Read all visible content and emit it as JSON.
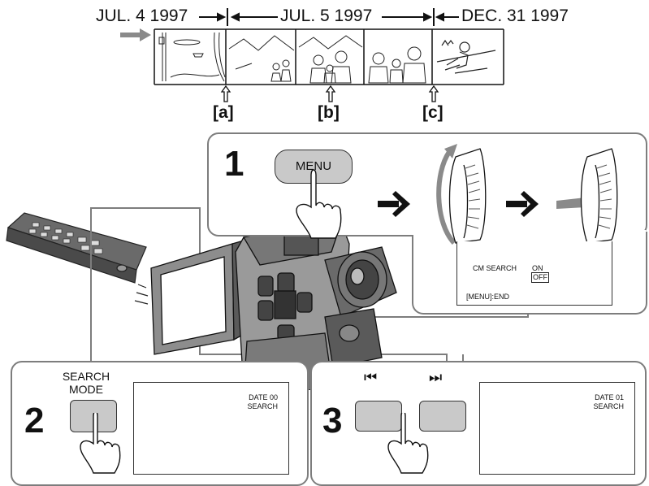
{
  "timeline": {
    "date_1": "JUL. 4 1997",
    "date_2": "JUL. 5 1997",
    "date_3": "DEC. 31 1997",
    "marker_a": "[a]",
    "marker_b": "[b]",
    "marker_c": "[c]"
  },
  "step1": {
    "number": "1",
    "menu_button": "MENU",
    "screen_item": "CM SEARCH",
    "screen_on": "ON",
    "screen_off": "OFF",
    "screen_footer": "[MENU]:END"
  },
  "step2": {
    "number": "2",
    "button_label_line1": "SEARCH",
    "button_label_line2": "MODE",
    "screen_line1": "DATE 00",
    "screen_line2": "SEARCH"
  },
  "step3": {
    "number": "3",
    "prev_icon": "skip-previous-icon",
    "next_icon": "skip-next-icon",
    "prev_symbol": "⏮",
    "next_symbol": "⏭",
    "screen_line1": "DATE 01",
    "screen_line2": "SEARCH"
  },
  "colors": {
    "panel_border": "#7d7d7d",
    "button_fill": "#c9c9c9",
    "arrow_gray": "#8a8a8a"
  }
}
